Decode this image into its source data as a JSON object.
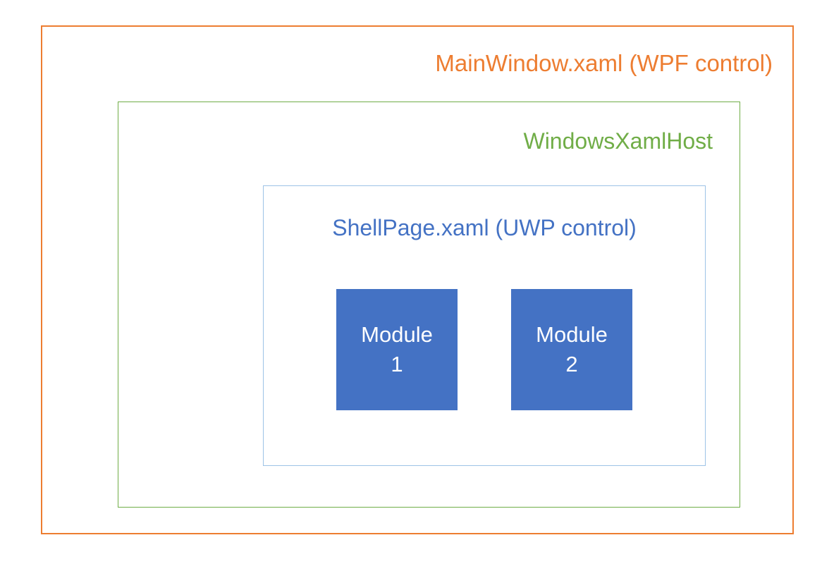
{
  "diagram": {
    "outer": {
      "label": "MainWindow.xaml (WPF control)",
      "border_color": "#ED7D31",
      "text_color": "#ED7D31"
    },
    "host": {
      "label": "WindowsXamlHost",
      "border_color": "#70AD47",
      "text_color": "#70AD47"
    },
    "shell": {
      "label": "ShellPage.xaml (UWP control)",
      "border_color": "#9DC3E6",
      "text_color": "#4472C4"
    },
    "modules": [
      {
        "line1": "Module",
        "line2": "1"
      },
      {
        "line1": "Module",
        "line2": "2"
      }
    ],
    "module_style": {
      "fill_color": "#4472C4",
      "text_color": "#FFFFFF"
    }
  }
}
